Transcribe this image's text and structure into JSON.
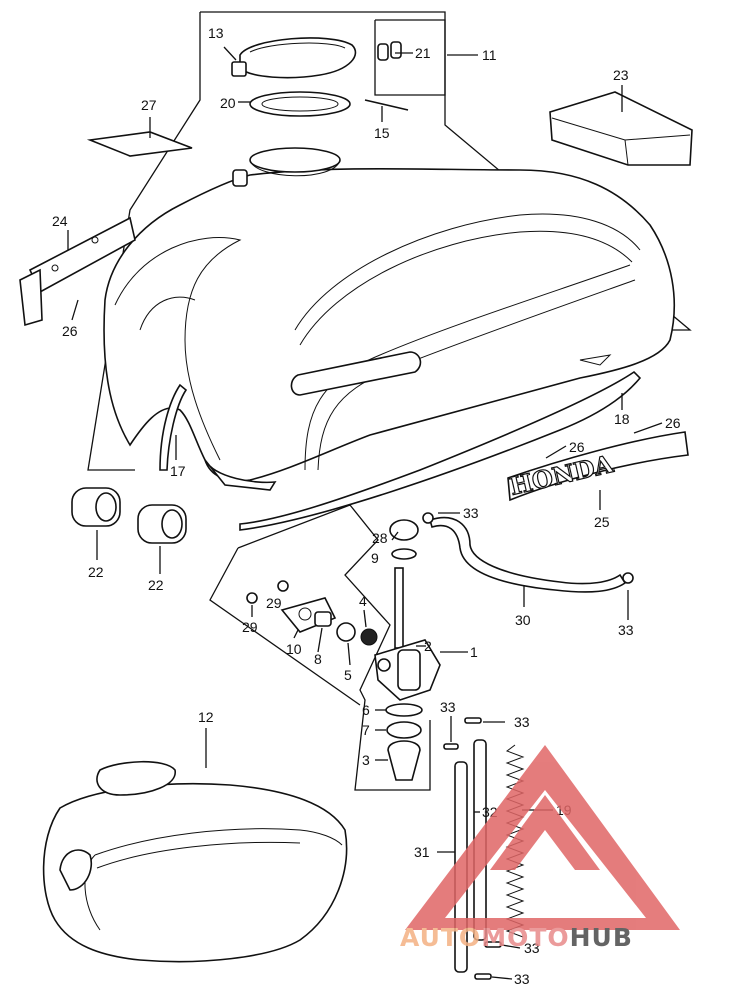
{
  "callouts": [
    "1",
    "2",
    "3",
    "4",
    "5",
    "6",
    "7",
    "8",
    "9",
    "10",
    "11",
    "12",
    "13",
    "15",
    "17",
    "18",
    "19",
    "20",
    "21",
    "22",
    "23",
    "24",
    "25",
    "26",
    "27",
    "28",
    "29",
    "30",
    "31",
    "32",
    "33"
  ],
  "emblem_text": "HONDA",
  "watermark": {
    "part1": "AUTO",
    "part2": "MOTO",
    "part3": "HUB",
    "colors": {
      "auto": "#f4b183",
      "moto": "#e88a8a",
      "hub": "#4a4a4a",
      "triangle": "#e06666"
    }
  }
}
